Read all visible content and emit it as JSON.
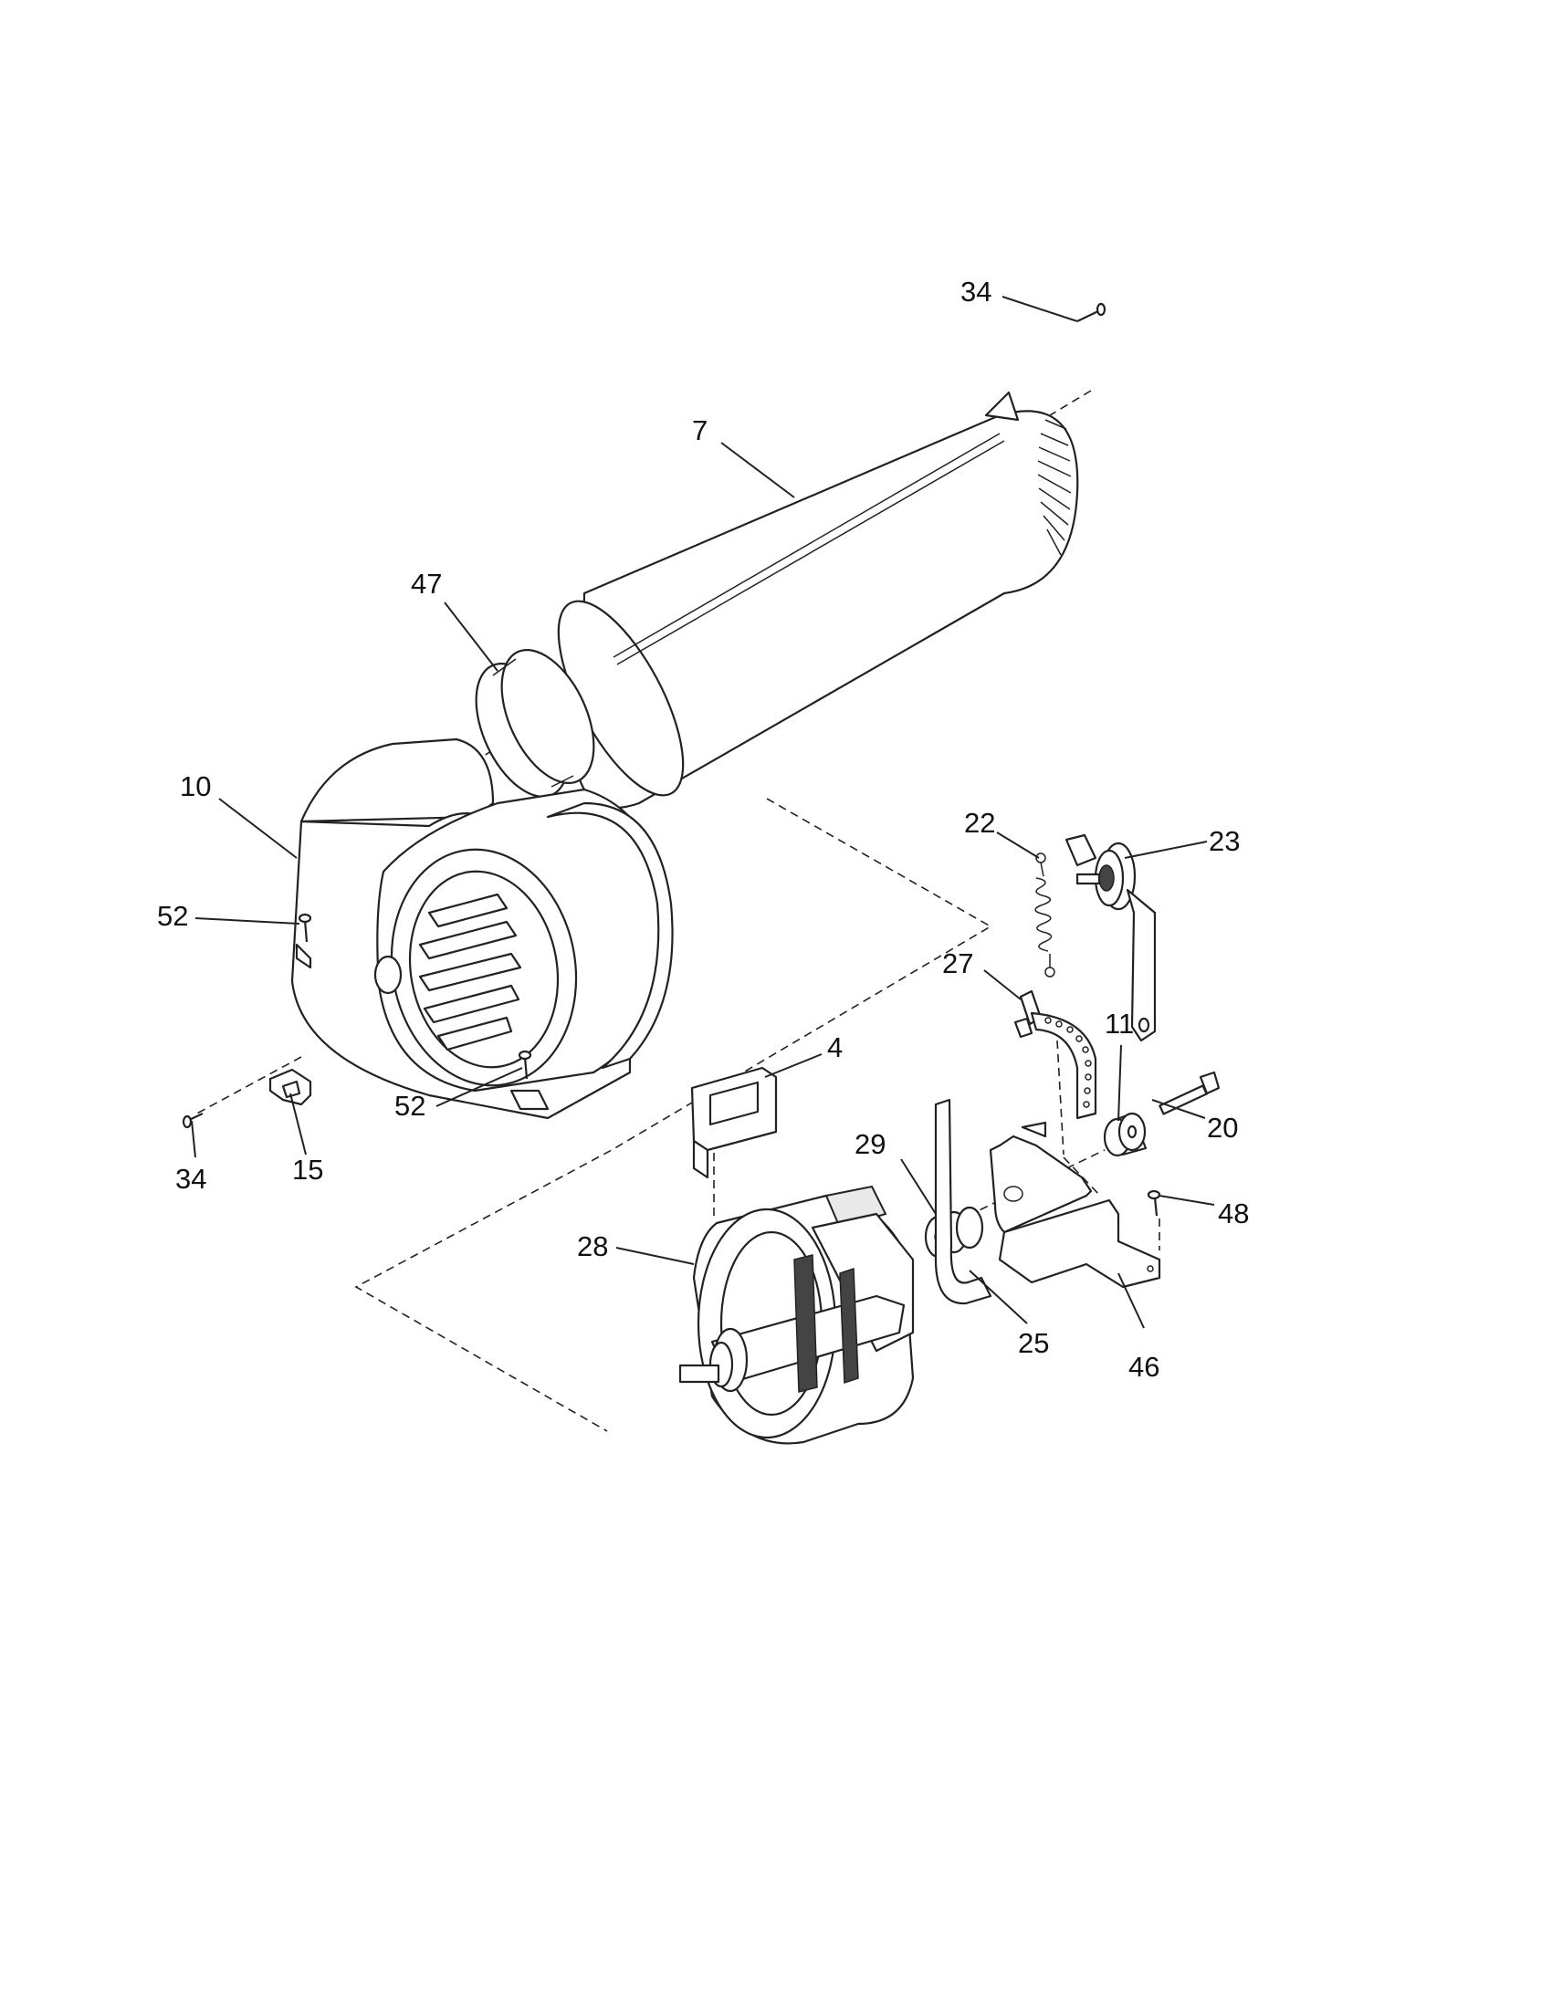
{
  "parts": [
    {
      "id": "callout-34-top",
      "number": "34"
    },
    {
      "id": "callout-7",
      "number": "7"
    },
    {
      "id": "callout-47",
      "number": "47"
    },
    {
      "id": "callout-10",
      "number": "10"
    },
    {
      "id": "callout-52-left",
      "number": "52"
    },
    {
      "id": "callout-52-bottom",
      "number": "52"
    },
    {
      "id": "callout-34-bottom",
      "number": "34"
    },
    {
      "id": "callout-15",
      "number": "15"
    },
    {
      "id": "callout-4",
      "number": "4"
    },
    {
      "id": "callout-28",
      "number": "28"
    },
    {
      "id": "callout-29",
      "number": "29"
    },
    {
      "id": "callout-22",
      "number": "22"
    },
    {
      "id": "callout-23",
      "number": "23"
    },
    {
      "id": "callout-27",
      "number": "27"
    },
    {
      "id": "callout-11",
      "number": "11"
    },
    {
      "id": "callout-20",
      "number": "20"
    },
    {
      "id": "callout-48",
      "number": "48"
    },
    {
      "id": "callout-25",
      "number": "25"
    },
    {
      "id": "callout-46",
      "number": "46"
    }
  ]
}
